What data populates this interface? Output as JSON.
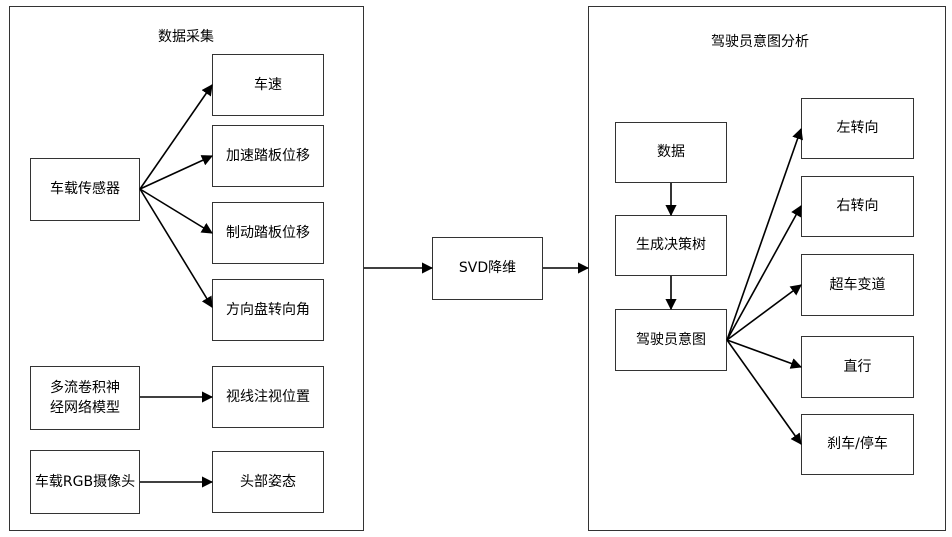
{
  "left_panel": {
    "title": "数据采集",
    "sources": {
      "vehicle_sensor": "车载传感器",
      "cnn_model": "多流卷积神经网络模型",
      "rgb_camera": "车载RGB摄像头"
    },
    "outputs": {
      "speed": "车速",
      "accel_pedal": "加速踏板位移",
      "brake_pedal": "制动踏板位移",
      "steering_angle": "方向盘转向角",
      "gaze_position": "视线注视位置",
      "head_pose": "头部姿态"
    }
  },
  "middle": {
    "svd": "SVD降维"
  },
  "right_panel": {
    "title": "驾驶员意图分析",
    "flow": {
      "data": "数据",
      "decision_tree": "生成决策树",
      "driver_intent": "驾驶员意图"
    },
    "intents": {
      "left_turn": "左转向",
      "right_turn": "右转向",
      "overtake": "超车变道",
      "straight": "直行",
      "brake_stop": "刹车/停车"
    }
  }
}
